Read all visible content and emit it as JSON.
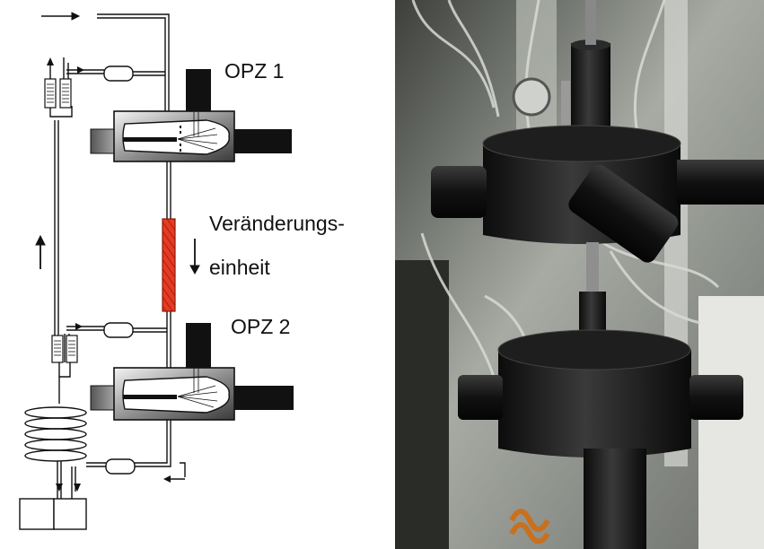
{
  "labels": {
    "opz1": "OPZ 1",
    "opz2": "OPZ 2",
    "unit_line1": "Veränderungs-",
    "unit_line2": "einheit"
  },
  "colors": {
    "line": "#111111",
    "modification_unit": "#e83a22",
    "tube_fill": "#ffffff",
    "photo_background": "#c9ccc6",
    "apparatus_body": "#1c1c1c"
  },
  "icons": {
    "flow_arrow": "arrow-icon",
    "coil": "heating-coil-icon",
    "reservoir": "reservoir-icon"
  }
}
